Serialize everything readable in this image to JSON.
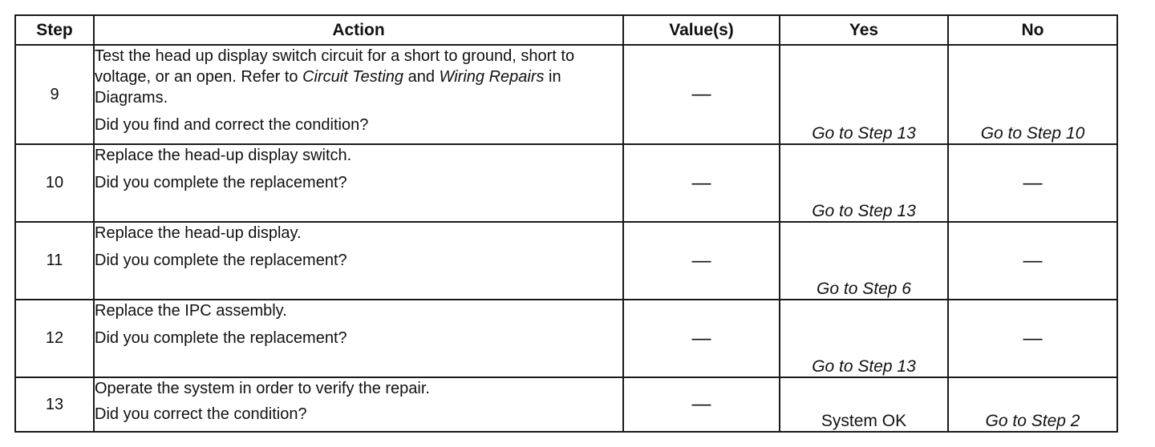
{
  "header": {
    "step": "Step",
    "action": "Action",
    "values": "Value(s)",
    "yes": "Yes",
    "no": "No"
  },
  "rows": [
    {
      "step": "9",
      "action_pre": "Test the head up display switch circuit for a short to ground, short to voltage, or an open. Refer to ",
      "action_ref1": "Circuit Testing",
      "action_and": " and ",
      "action_ref2": "Wiring Repairs",
      "action_post": " in Diagrams.",
      "question": "Did you find and correct the condition?",
      "value": "—",
      "yes": "Go to Step 13",
      "no": "Go to Step 10"
    },
    {
      "step": "10",
      "action": "Replace the head-up display switch.",
      "question": "Did you complete the replacement?",
      "value": "—",
      "yes": "Go to Step 13",
      "no": "—"
    },
    {
      "step": "11",
      "action": "Replace the head-up display.",
      "question": "Did you complete the replacement?",
      "value": "—",
      "yes": "Go to Step 6",
      "no": "—"
    },
    {
      "step": "12",
      "action": "Replace the IPC assembly.",
      "question": "Did you complete the replacement?",
      "value": "—",
      "yes": "Go to Step 13",
      "no": "—"
    },
    {
      "step": "13",
      "action": "Operate the system in order to verify the repair.",
      "question": "Did you correct the condition?",
      "value": "—",
      "yes": "System OK",
      "no": "Go to Step 2"
    }
  ]
}
